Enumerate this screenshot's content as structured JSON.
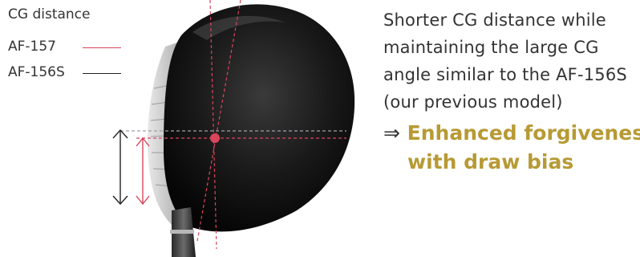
{
  "legend": {
    "title": "CG distance",
    "items": [
      {
        "label": "AF-157",
        "color": "#d9455b"
      },
      {
        "label": "AF-156S",
        "color": "#222222"
      }
    ]
  },
  "caption": {
    "lines": [
      "Shorter CG distance while",
      "maintaining the large CG",
      "angle similar to the AF-156S",
      "(our previous model)"
    ],
    "color": "#333333"
  },
  "result": {
    "arrow": "⇒",
    "line1": "Enhanced forgiveness",
    "line2": "with draw bias",
    "color": "#b79a35"
  },
  "colors": {
    "accent": "#d9455b",
    "dark": "#222222",
    "club_head": "#141414"
  }
}
